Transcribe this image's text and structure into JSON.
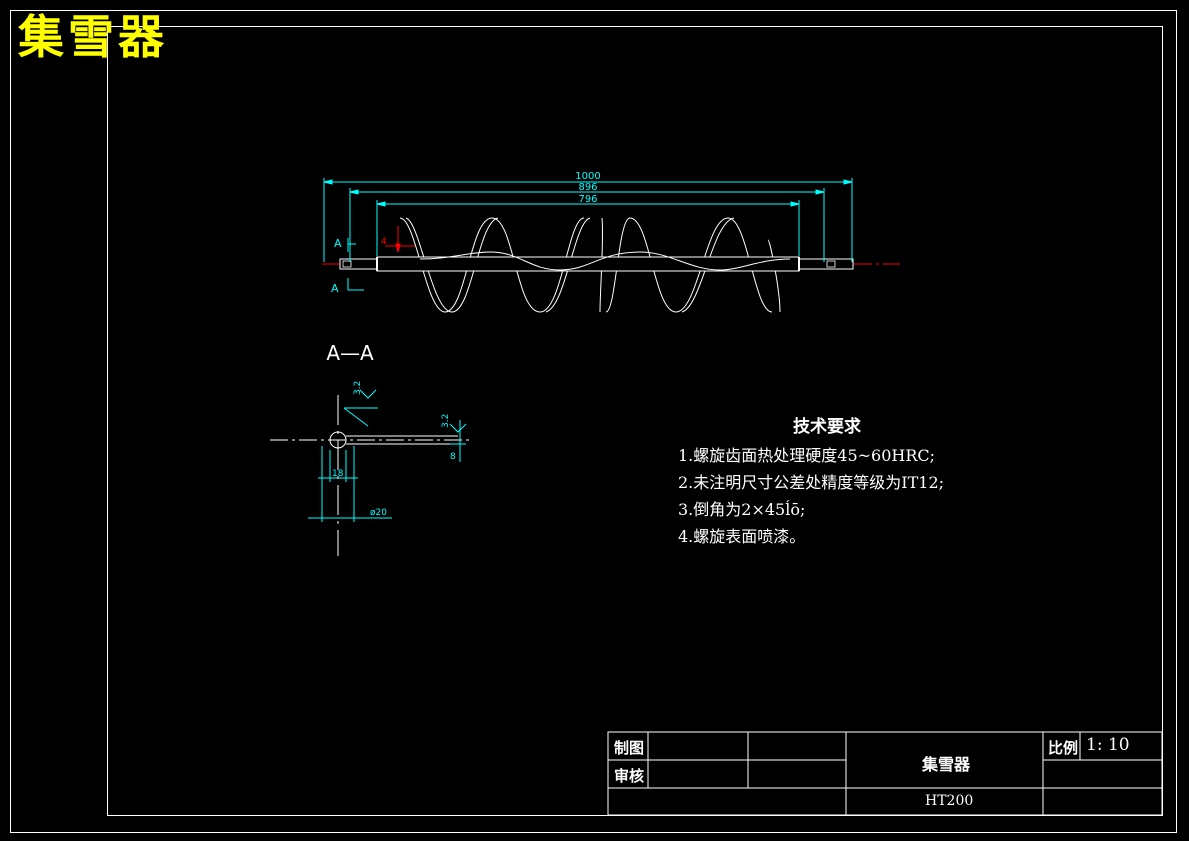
{
  "drawing": {
    "title": "集雪器"
  },
  "dimensions": {
    "overall": "1000",
    "bearing_span": "896",
    "flight_span": "796",
    "small": "4",
    "section_width": "18",
    "shaft_dia": "ø20",
    "key_depth": "8",
    "surface_finish_1": "3.2",
    "surface_finish_2": "3.2"
  },
  "section": {
    "marker": "A",
    "view_label": "A—A"
  },
  "tech_requirements": {
    "title": "技术要求",
    "items": [
      "1.螺旋齿面热处理硬度45~60HRC;",
      "2.未注明尺寸公差处精度等级为IT12;",
      "3.倒角为2×45ĺō;",
      "4.螺旋表面喷漆。"
    ]
  },
  "title_block": {
    "drawn_label": "制图",
    "checked_label": "审核",
    "part_name": "集雪器",
    "material": "HT200",
    "scale_label": "比例",
    "scale_value": "1: 10"
  },
  "colors": {
    "background": "#000000",
    "outline": "#ffffff",
    "dimension": "#00ffff",
    "centerline": "#ff0000",
    "title": "#ffff00"
  }
}
